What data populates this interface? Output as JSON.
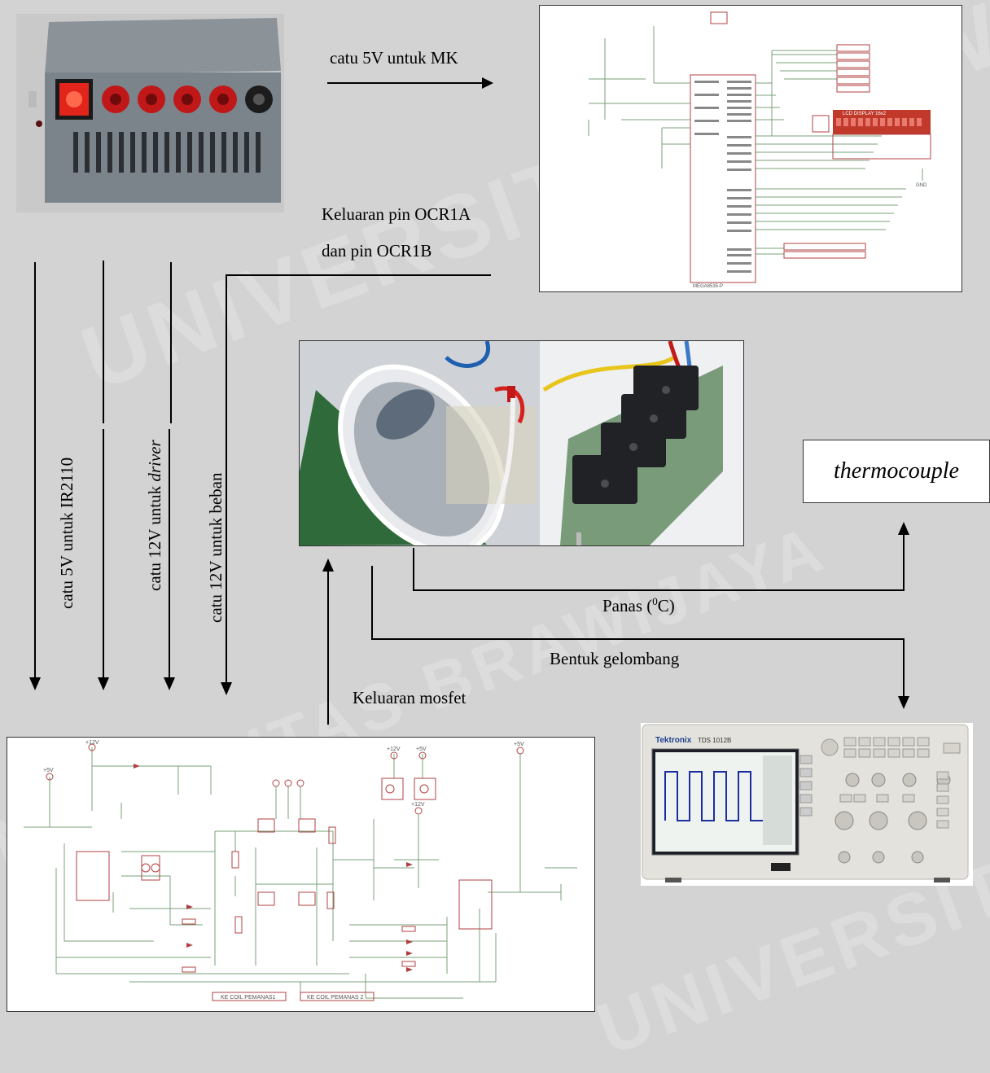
{
  "labels": {
    "catu_mk": "catu 5V untuk MK",
    "keluaran_ocr_line1": "Keluaran pin OCR1A",
    "keluaran_ocr_line2": "dan pin OCR1B",
    "catu_ir2110": "catu  5V untuk  IR2110",
    "catu_driver_prefix": "catu  12V untuk ",
    "catu_driver_italic": "driver",
    "catu_beban": "catu  12V untuk  beban",
    "thermocouple": "thermocouple",
    "panas_prefix": "Panas (",
    "panas_sup": "0",
    "panas_suffix": "C)",
    "bentuk_gelombang": "Bentuk gelombang",
    "keluaran_mosfet": "Keluaran mosfet"
  },
  "schematic_top": {
    "lcd_title": "LCD DISPLAY 16x2",
    "ic_name": "MEGA8535-P",
    "gnd": "GND"
  },
  "schematic_bottom": {
    "coil1": "KE COIL PEMANAS1",
    "coil2": "KE COIL PEMANAS 2",
    "v12": "+12V",
    "v5": "+5V"
  },
  "oscilloscope": {
    "brand": "Tektronix",
    "model": "TDS 1012B"
  },
  "watermark": {
    "text": "UNIVERSITAS BRAWIJAYA"
  },
  "colors": {
    "background": "#d3d3d3",
    "schematic_line": "#7aa07a",
    "schematic_component": "#b04040",
    "lcd_red": "#c0392b"
  }
}
